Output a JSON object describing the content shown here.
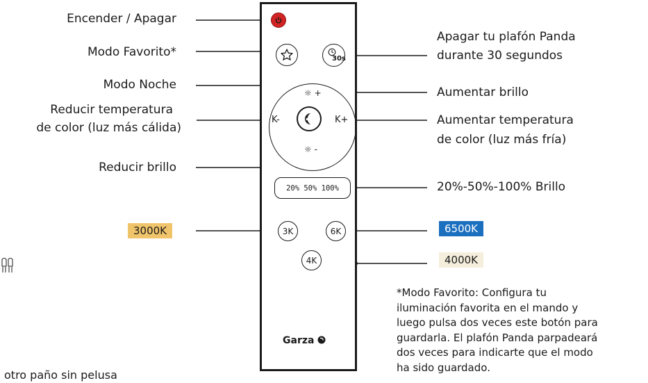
{
  "colors": {
    "power": "#d32424",
    "k3000": "#f0c46a",
    "k6500": "#1b6fbf",
    "k4000": "#f5eedc"
  },
  "labels": {
    "power": "Encender / Apagar",
    "favorite": "Modo Favorito*",
    "night": "Modo Noche",
    "reduce_temp_1": "Reducir temperatura",
    "reduce_temp_2": "de color (luz más cálida)",
    "reduce_bright": "Reducir brillo",
    "timer_1": "Apagar tu plafón Panda",
    "timer_2": "durante 30 segundos",
    "increase_bright": "Aumentar brillo",
    "increase_temp_1": "Aumentar temperatura",
    "increase_temp_2": "de color (luz más fría)",
    "brightness_levels": "20%-50%-100% Brillo",
    "k3000": "3000K",
    "k6500": "6500K",
    "k4000": "4000K"
  },
  "remote": {
    "timer_text": "30s",
    "k_minus": "K-",
    "k_plus": "K+",
    "bright_plus": "☼ +",
    "bright_minus": "☼ -",
    "levels": "20%  50%  100%",
    "btn_3k": "3K",
    "btn_6k": "6K",
    "btn_4k": "4K",
    "brand": "Garza"
  },
  "note": [
    "*Modo Favorito: Configura tu",
    "iluminación favorita en el mando y",
    "luego pulsa dos veces este botón para",
    "guardarla. El plafón Panda parpadeará",
    "dos veces para indicarte que el modo",
    "ha sido guardado."
  ],
  "fragment": "otro paño sin pelusa"
}
